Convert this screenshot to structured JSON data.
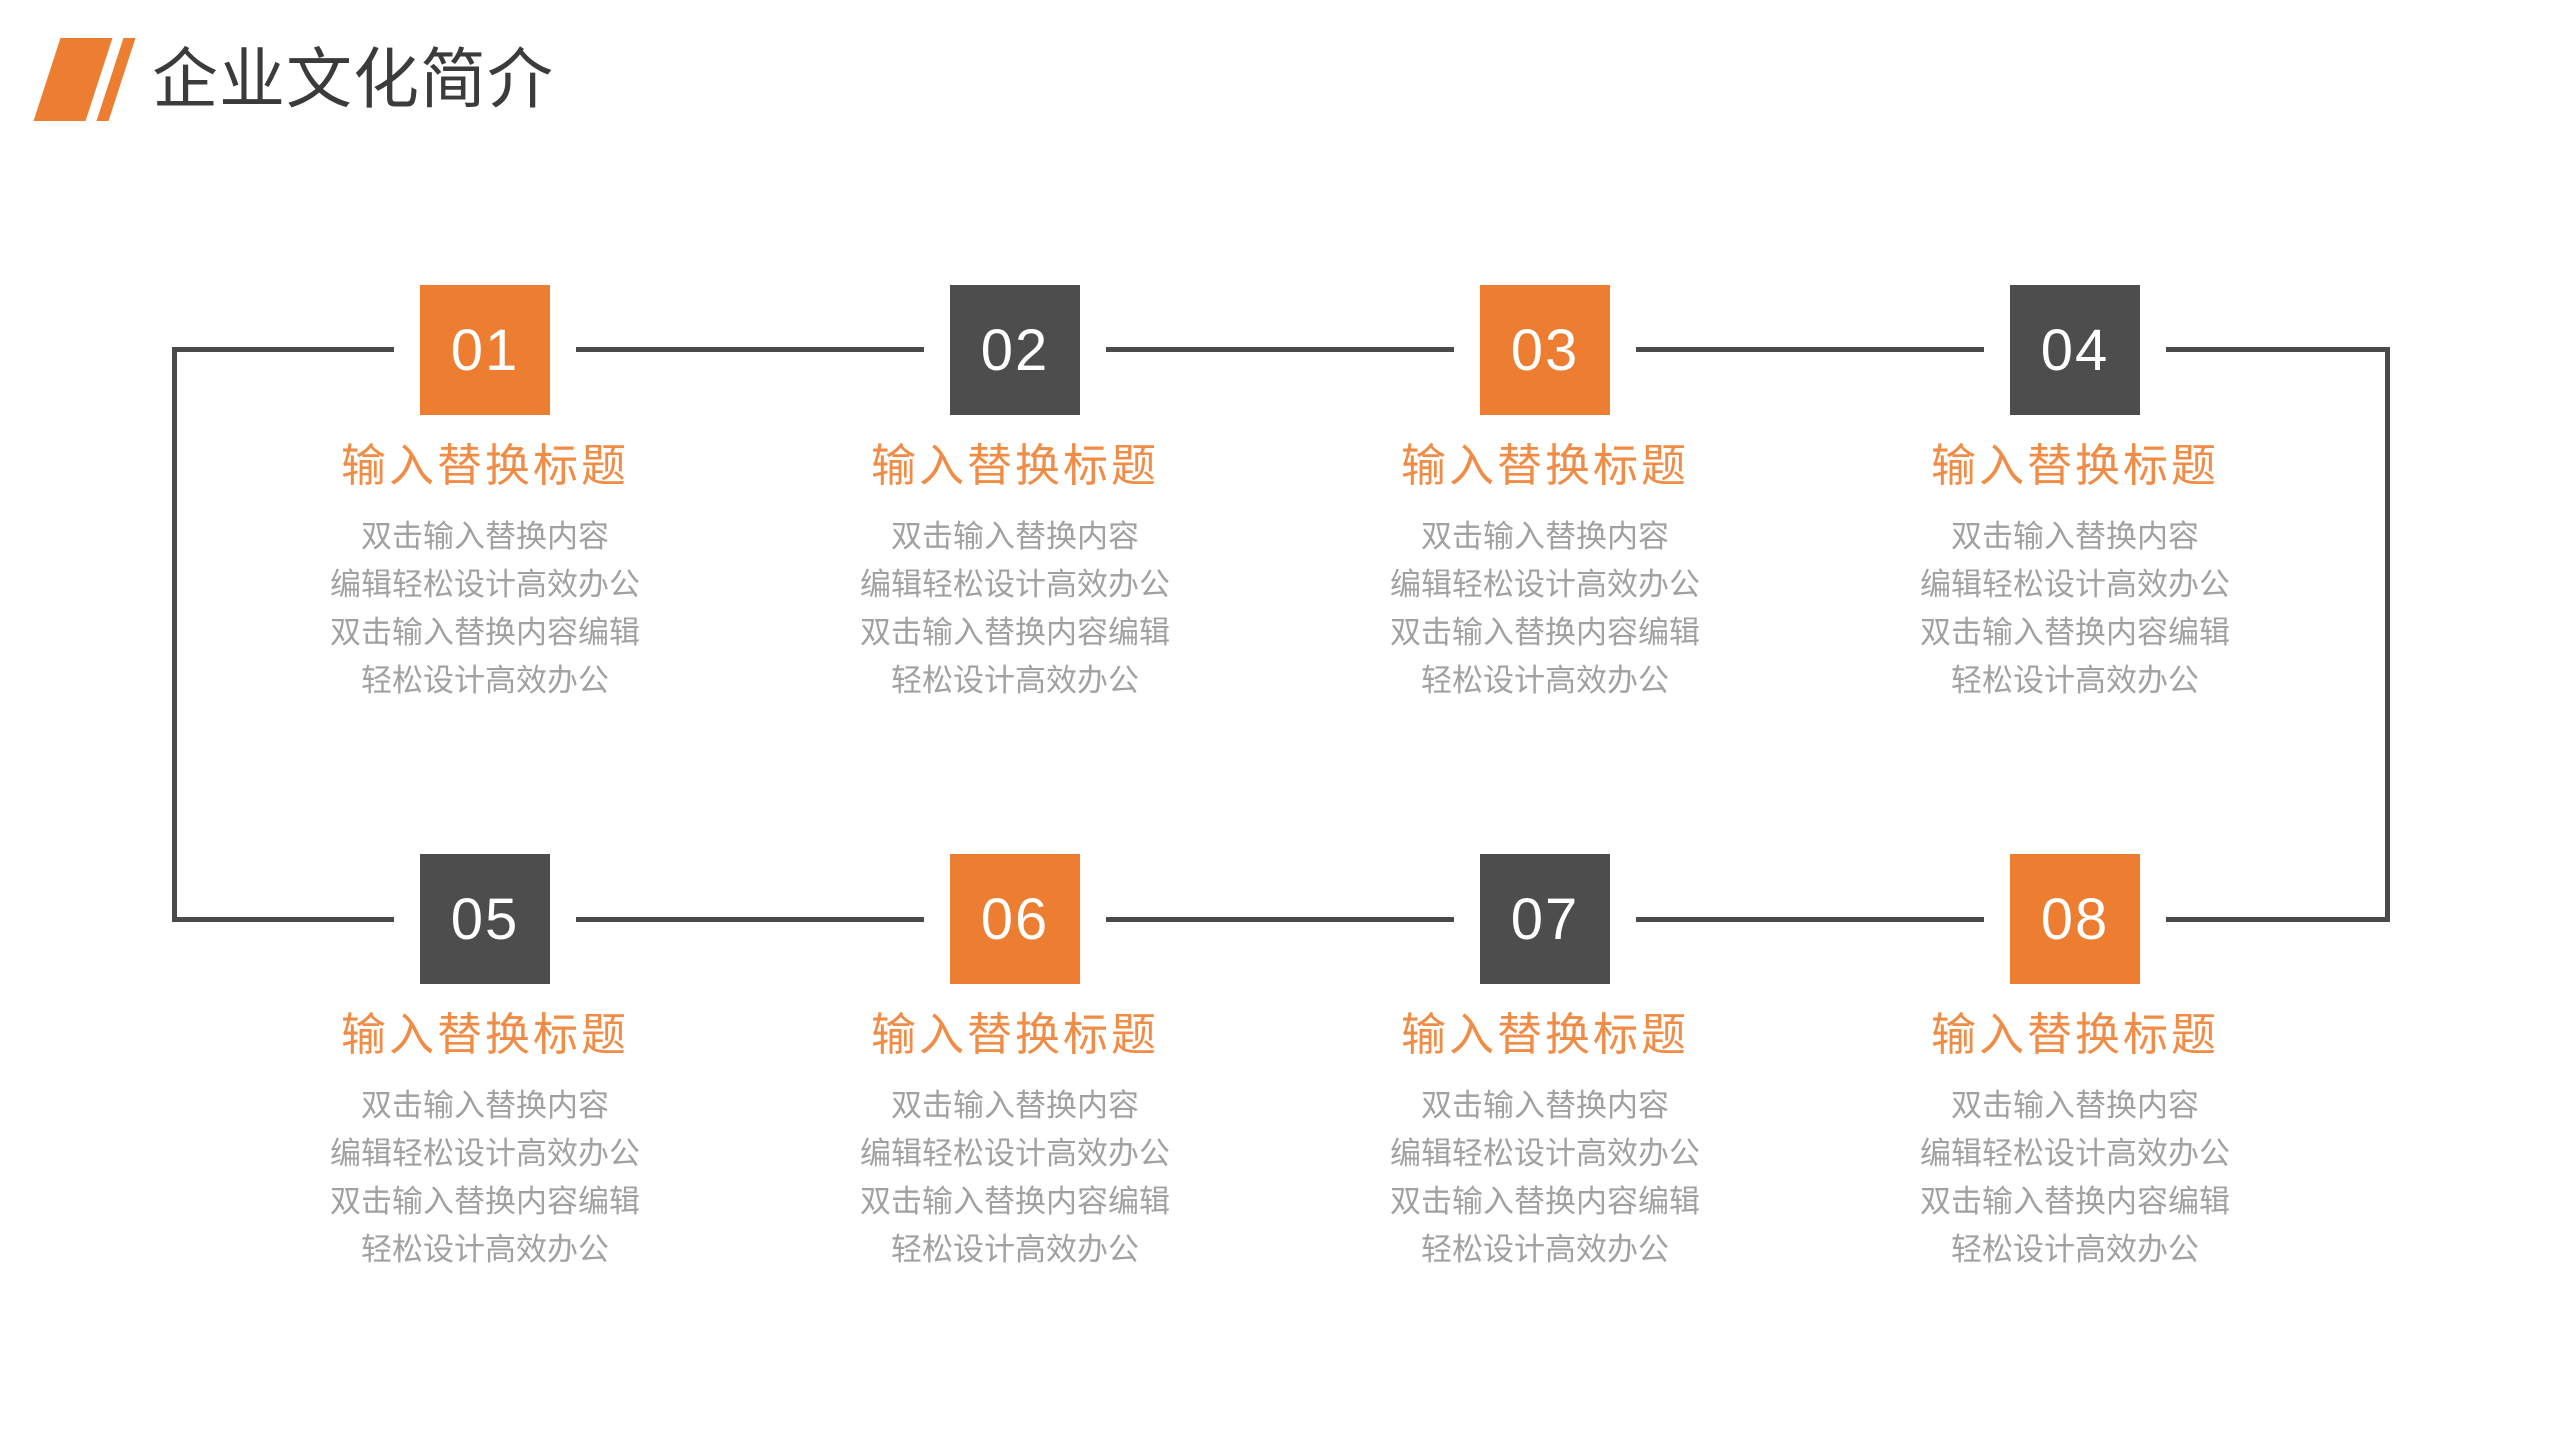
{
  "slide": {
    "title": "企业文化简介"
  },
  "palette": {
    "background": "#FFFFFF",
    "accent_orange": "#ED7D31",
    "box_dark": "#4D4D4D",
    "connector_line": "#4A4A4A",
    "heading_text": "#3B3B3B",
    "card_title_text": "#F08C45",
    "body_text": "#A1A1A1",
    "number_text": "#FFFFFF"
  },
  "cards": [
    {
      "num": "01",
      "variant": "orange",
      "title": "输入替换标题",
      "body": "双击输入替换内容\n编辑轻松设计高效办公\n双击输入替换内容编辑\n轻松设计高效办公"
    },
    {
      "num": "02",
      "variant": "dark",
      "title": "输入替换标题",
      "body": "双击输入替换内容\n编辑轻松设计高效办公\n双击输入替换内容编辑\n轻松设计高效办公"
    },
    {
      "num": "03",
      "variant": "orange",
      "title": "输入替换标题",
      "body": "双击输入替换内容\n编辑轻松设计高效办公\n双击输入替换内容编辑\n轻松设计高效办公"
    },
    {
      "num": "04",
      "variant": "dark",
      "title": "输入替换标题",
      "body": "双击输入替换内容\n编辑轻松设计高效办公\n双击输入替换内容编辑\n轻松设计高效办公"
    },
    {
      "num": "05",
      "variant": "dark",
      "title": "输入替换标题",
      "body": "双击输入替换内容\n编辑轻松设计高效办公\n双击输入替换内容编辑\n轻松设计高效办公"
    },
    {
      "num": "06",
      "variant": "orange",
      "title": "输入替换标题",
      "body": "双击输入替换内容\n编辑轻松设计高效办公\n双击输入替换内容编辑\n轻松设计高效办公"
    },
    {
      "num": "07",
      "variant": "dark",
      "title": "输入替换标题",
      "body": "双击输入替换内容\n编辑轻松设计高效办公\n双击输入替换内容编辑\n轻松设计高效办公"
    },
    {
      "num": "08",
      "variant": "orange",
      "title": "输入替换标题",
      "body": "双击输入替换内容\n编辑轻松设计高效办公\n双击输入替换内容编辑\n轻松设计高效办公"
    }
  ]
}
